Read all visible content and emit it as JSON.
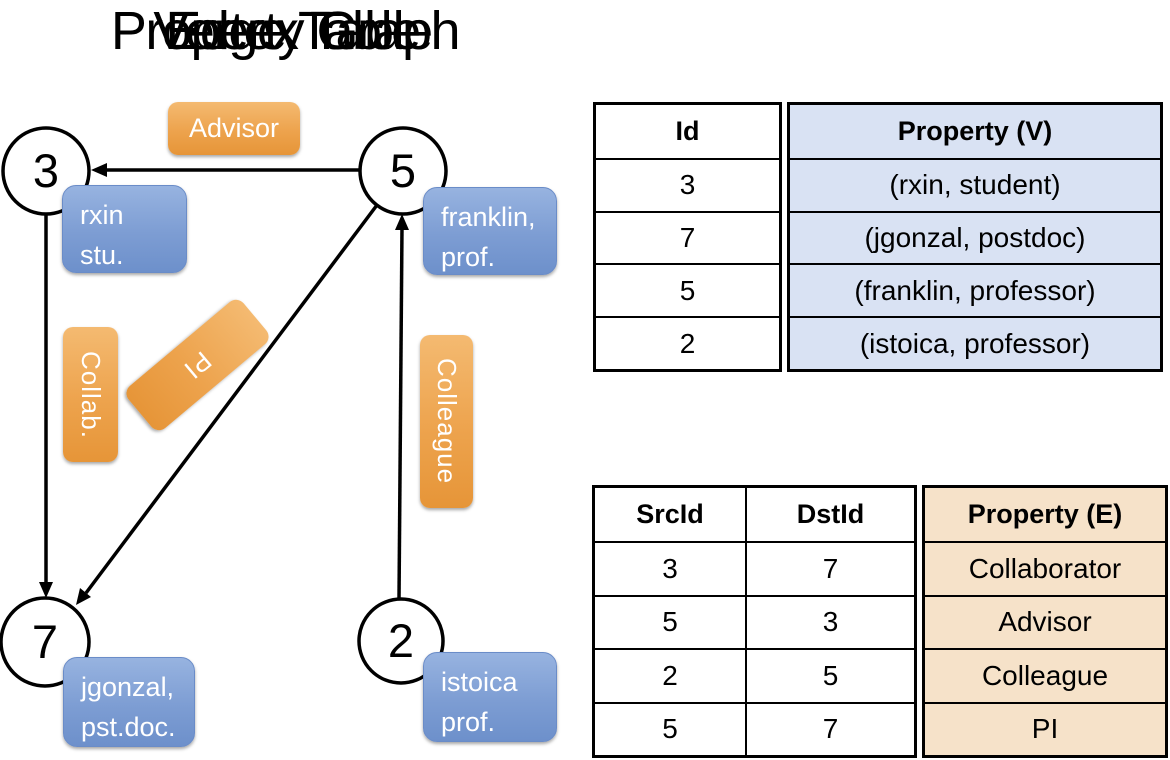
{
  "titles": {
    "graph": "Property Graph",
    "vertex_table": "Vertex Table",
    "edge_table": "Edge Table"
  },
  "graph": {
    "nodes": [
      {
        "id": "3",
        "line1": "rxin",
        "line2": "stu."
      },
      {
        "id": "5",
        "line1": "franklin,",
        "line2": "prof."
      },
      {
        "id": "7",
        "line1": "jgonzal,",
        "line2": "pst.doc."
      },
      {
        "id": "2",
        "line1": "istoica",
        "line2": "prof."
      }
    ],
    "edge_labels": {
      "advisor": "Advisor",
      "collab": "Collab.",
      "pi": "PI",
      "colleague": "Colleague"
    }
  },
  "vertex_table": {
    "id_header": "Id",
    "property_header": "Property (V)",
    "rows": [
      {
        "id": "3",
        "property": "(rxin, student)"
      },
      {
        "id": "7",
        "property": "(jgonzal, postdoc)"
      },
      {
        "id": "5",
        "property": "(franklin, professor)"
      },
      {
        "id": "2",
        "property": "(istoica, professor)"
      }
    ]
  },
  "edge_table": {
    "src_header": "SrcId",
    "dst_header": "DstId",
    "property_header": "Property (E)",
    "rows": [
      {
        "src": "3",
        "dst": "7",
        "property": "Collaborator"
      },
      {
        "src": "5",
        "dst": "3",
        "property": "Advisor"
      },
      {
        "src": "2",
        "dst": "5",
        "property": "Colleague"
      },
      {
        "src": "5",
        "dst": "7",
        "property": "PI"
      }
    ]
  },
  "colors": {
    "edge_label_orange": "#eda34d",
    "vertex_label_blue": "#7d9dd3",
    "vertex_table_fill": "#d9e2f3",
    "edge_table_fill": "#f6e2c9",
    "line_black": "#000000"
  }
}
